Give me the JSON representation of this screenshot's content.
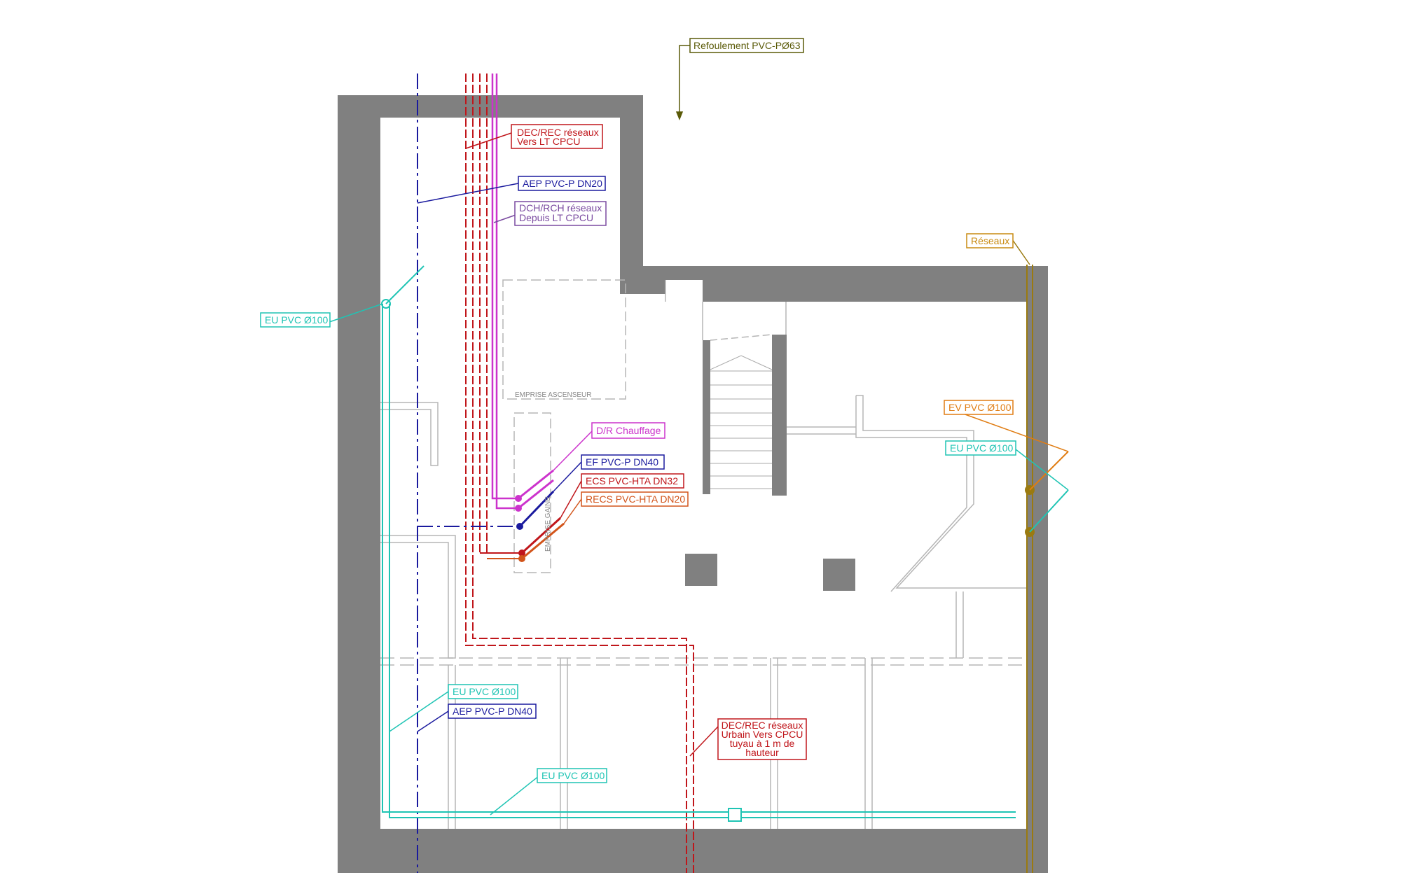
{
  "colors": {
    "wall": "#808080",
    "aep": "#1a1a9e",
    "dec": "#c0161b",
    "dch": "#cc33cc",
    "eu": "#1fc4b4",
    "ev": "#e07c12",
    "reseaux": "#9a7a10",
    "refoulement": "#5a5a08",
    "recs": "#d2541a"
  },
  "labels": {
    "refoulement": "Refoulement PVC-PØ63",
    "dec_top_1": "DEC/REC réseaux",
    "dec_top_2": "Vers LT CPCU",
    "aep_top": "AEP PVC-P DN20",
    "dch_1": "DCH/RCH réseaux",
    "dch_2": "Depuis LT CPCU",
    "reseaux": "Réseaux",
    "eu_left_top": "EU PVC Ø100",
    "emprise_ascenseur": "EMPRISE ASCENSEUR",
    "emprise_gaine": "EMPRISE GAINE",
    "dr_chauffage": "D/R Chauffage",
    "ef": "EF PVC-P DN40",
    "ecs": "ECS PVC-HTA DN32",
    "recs": "RECS PVC-HTA DN20",
    "ev_right": "EV PVC Ø100",
    "eu_right": "EU PVC Ø100",
    "eu_left_bottom": "EU PVC Ø100",
    "aep_bottom": "AEP PVC-P DN40",
    "eu_bottom": "EU PVC Ø100",
    "dec_bottom_1": "DEC/REC réseaux",
    "dec_bottom_2": "Urbain  Vers CPCU",
    "dec_bottom_3": "tuyau à 1 m de",
    "dec_bottom_4": "hauteur"
  }
}
